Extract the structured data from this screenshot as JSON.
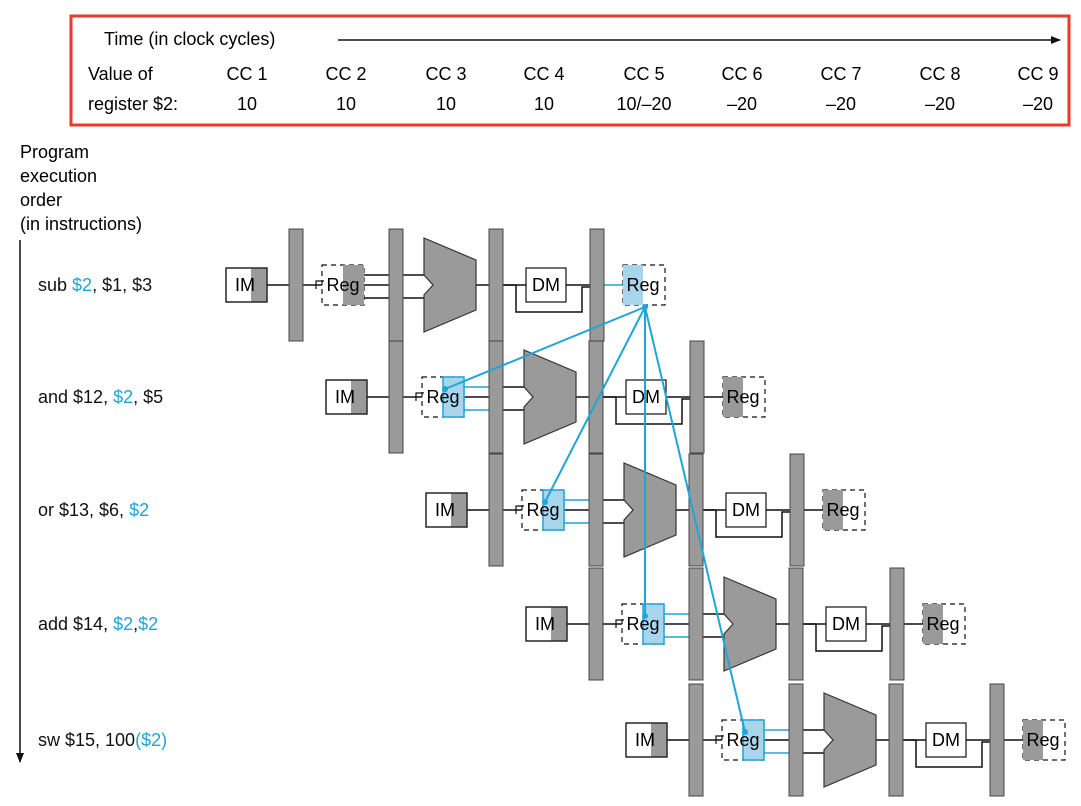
{
  "header": {
    "time_label": "Time (in clock cycles)",
    "value_label_line1": "Value of",
    "value_label_line2": "register $2:",
    "cycles": [
      "CC 1",
      "CC 2",
      "CC 3",
      "CC 4",
      "CC 5",
      "CC 6",
      "CC 7",
      "CC 8",
      "CC 9"
    ],
    "values": [
      "10",
      "10",
      "10",
      "10",
      "10/–20",
      "–20",
      "–20",
      "–20",
      "–20"
    ]
  },
  "order_label": [
    "Program",
    "execution",
    "order",
    "(in instructions)"
  ],
  "instructions": [
    {
      "parts": [
        {
          "t": "sub ",
          "hl": false
        },
        {
          "t": "$2",
          "hl": true
        },
        {
          "t": ", $1, $3",
          "hl": false
        }
      ]
    },
    {
      "parts": [
        {
          "t": "and $12, ",
          "hl": false
        },
        {
          "t": "$2",
          "hl": true
        },
        {
          "t": ", $5",
          "hl": false
        }
      ]
    },
    {
      "parts": [
        {
          "t": "or $13, $6, ",
          "hl": false
        },
        {
          "t": "$2",
          "hl": true
        }
      ]
    },
    {
      "parts": [
        {
          "t": "add $14, ",
          "hl": false
        },
        {
          "t": "$2",
          "hl": true
        },
        {
          "t": ",",
          "hl": false
        },
        {
          "t": "$2",
          "hl": true
        }
      ]
    },
    {
      "parts": [
        {
          "t": "sw $15, 100",
          "hl": false
        },
        {
          "t": "($2)",
          "hl": true
        }
      ]
    }
  ],
  "stage_labels": {
    "im": "IM",
    "reg": "Reg",
    "dm": "DM"
  },
  "colors": {
    "highlight": "#1ea6d8",
    "highlight_fill": "#a8d4ec",
    "box_border": "#e83a2a",
    "gray": "#9a9a9a"
  }
}
